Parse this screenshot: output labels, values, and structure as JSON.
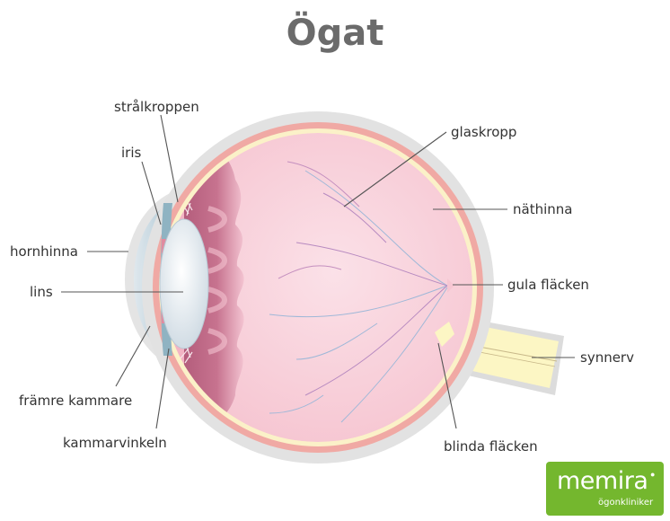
{
  "title": "Ögat",
  "labels": {
    "straalkroppen": "strålkroppen",
    "iris": "iris",
    "hornhinna": "hornhinna",
    "lins": "lins",
    "framre_kammare": "främre kammare",
    "kammarvinkeln": "kammarvinkeln",
    "glaskropp": "glaskropp",
    "nathinna": "näthinna",
    "gula_flacken": "gula fläcken",
    "synnerv": "synnerv",
    "blinda_flacken": "blinda fläcken"
  },
  "brand": {
    "name": "memira",
    "tagline": "ögonkliniker"
  },
  "colors": {
    "title": "#6b6b6b",
    "sclera": "#e2e2e2",
    "choroid": "#f0a9a4",
    "retina": "#fbf1c8",
    "vitreous": "#f6c6d2",
    "ciliary": "#c26c8a",
    "brand_bg": "#74b72e"
  }
}
